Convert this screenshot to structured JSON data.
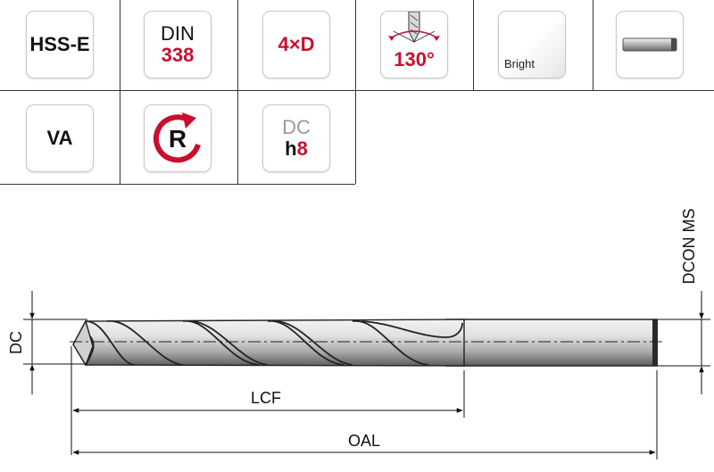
{
  "row1": {
    "material": "HSS-E",
    "standard_label": "DIN",
    "standard_number": "338",
    "length_ratio": "4×D",
    "point_angle": "130°",
    "surface": "Bright",
    "shank_icon": "cylindrical-shank-icon"
  },
  "row2": {
    "application": "VA",
    "rotation_letter": "R",
    "rotation_icon": "right-hand-rotation-icon",
    "tolerance_label": "DC",
    "tolerance_value": "h8"
  },
  "drawing": {
    "dc": "DC",
    "dcon_ms": "DCON MS",
    "lcf": "LCF",
    "oal": "OAL"
  },
  "colors": {
    "accent": "#c8102e",
    "line": "#333333",
    "tile_border": "#c8c8c8"
  }
}
